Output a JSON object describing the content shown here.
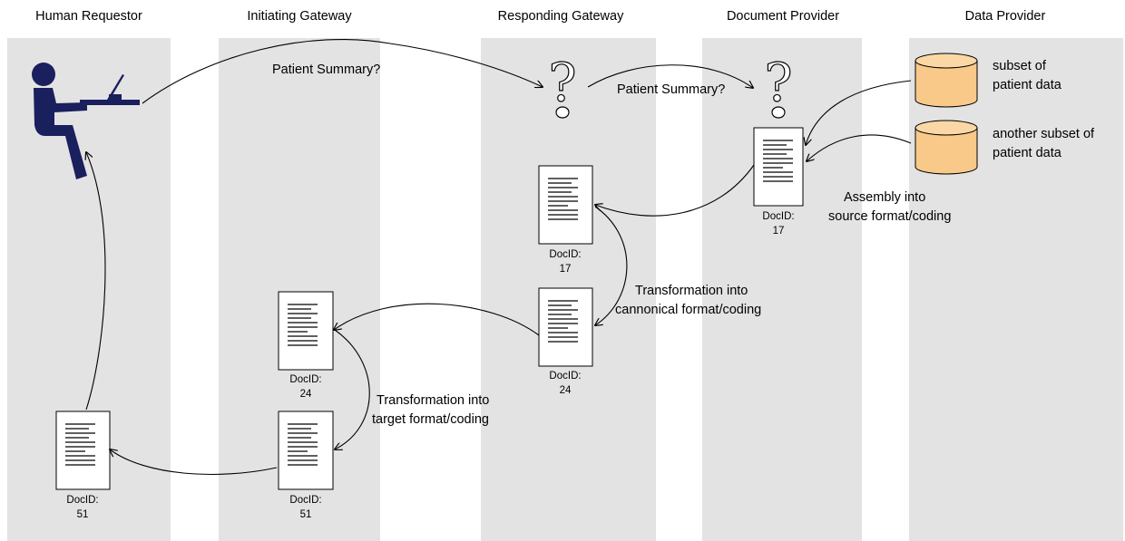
{
  "lanes": [
    {
      "title": "Human Requestor"
    },
    {
      "title": "Initiating Gateway"
    },
    {
      "title": "Responding Gateway"
    },
    {
      "title": "Document Provider"
    },
    {
      "title": "Data Provider"
    }
  ],
  "queries": {
    "query_1": "Patient Summary?",
    "query_2": "Patient Summary?",
    "question_mark": "?"
  },
  "data_sources": {
    "source_1": [
      "subset of",
      "patient data"
    ],
    "source_2": [
      "another subset of",
      "patient data"
    ]
  },
  "documents": {
    "doc_provider": {
      "id_label": "DocID:",
      "id_value": "17"
    },
    "resp_gw_17": {
      "id_label": "DocID:",
      "id_value": "17"
    },
    "resp_gw_24": {
      "id_label": "DocID:",
      "id_value": "24"
    },
    "init_gw_24": {
      "id_label": "DocID:",
      "id_value": "24"
    },
    "init_gw_51": {
      "id_label": "DocID:",
      "id_value": "51"
    },
    "human_51": {
      "id_label": "DocID:",
      "id_value": "51"
    }
  },
  "steps": {
    "assembly": [
      "Assembly into",
      "source format/coding"
    ],
    "canonical": [
      "Transformation into",
      "cannonical format/coding"
    ],
    "target": [
      "Transformation into",
      "target format/coding"
    ]
  },
  "colors": {
    "lane_fill": "#e3e3e3",
    "person": "#1a1f5e",
    "cylinder_fill": "#f9c98a",
    "cylinder_top": "#fbd7a5"
  }
}
